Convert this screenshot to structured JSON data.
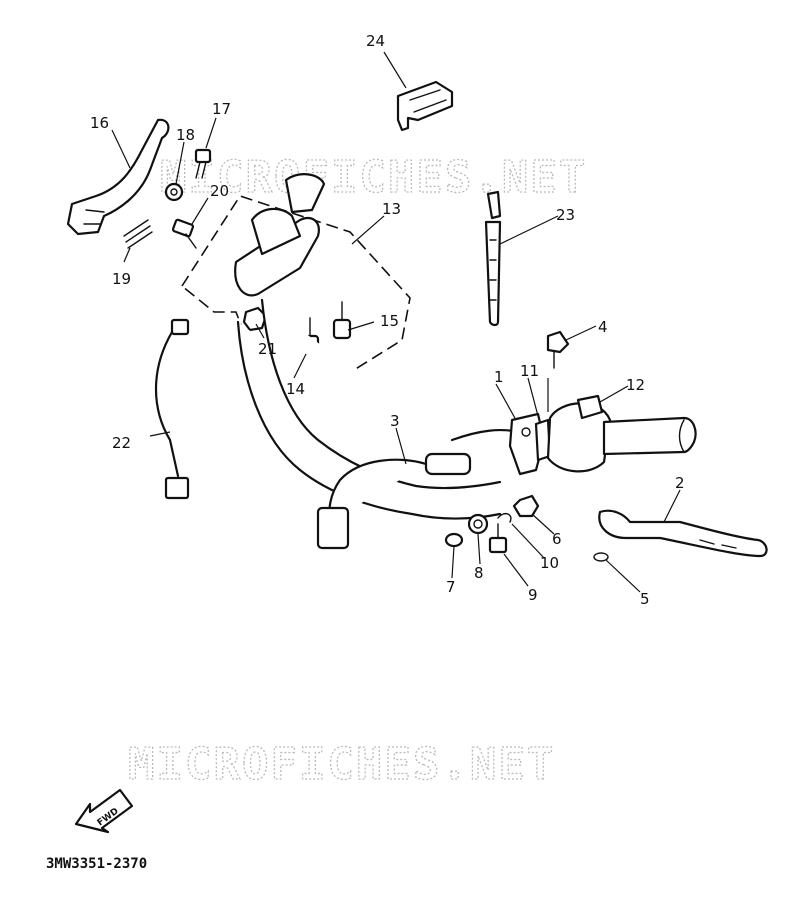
{
  "diagram": {
    "watermark_top": "MICROFICHES.NET",
    "watermark_bottom": "MICROFICHES.NET",
    "fwd_label": "FWD",
    "diagram_code": "3MW3351-2370",
    "callouts": [
      "1",
      "2",
      "3",
      "4",
      "5",
      "6",
      "7",
      "8",
      "9",
      "10",
      "11",
      "12",
      "13",
      "14",
      "15",
      "16",
      "17",
      "18",
      "19",
      "20",
      "21",
      "22",
      "23",
      "24"
    ],
    "colors": {
      "ink": "#111111",
      "watermark": "#bbbbbb"
    }
  }
}
